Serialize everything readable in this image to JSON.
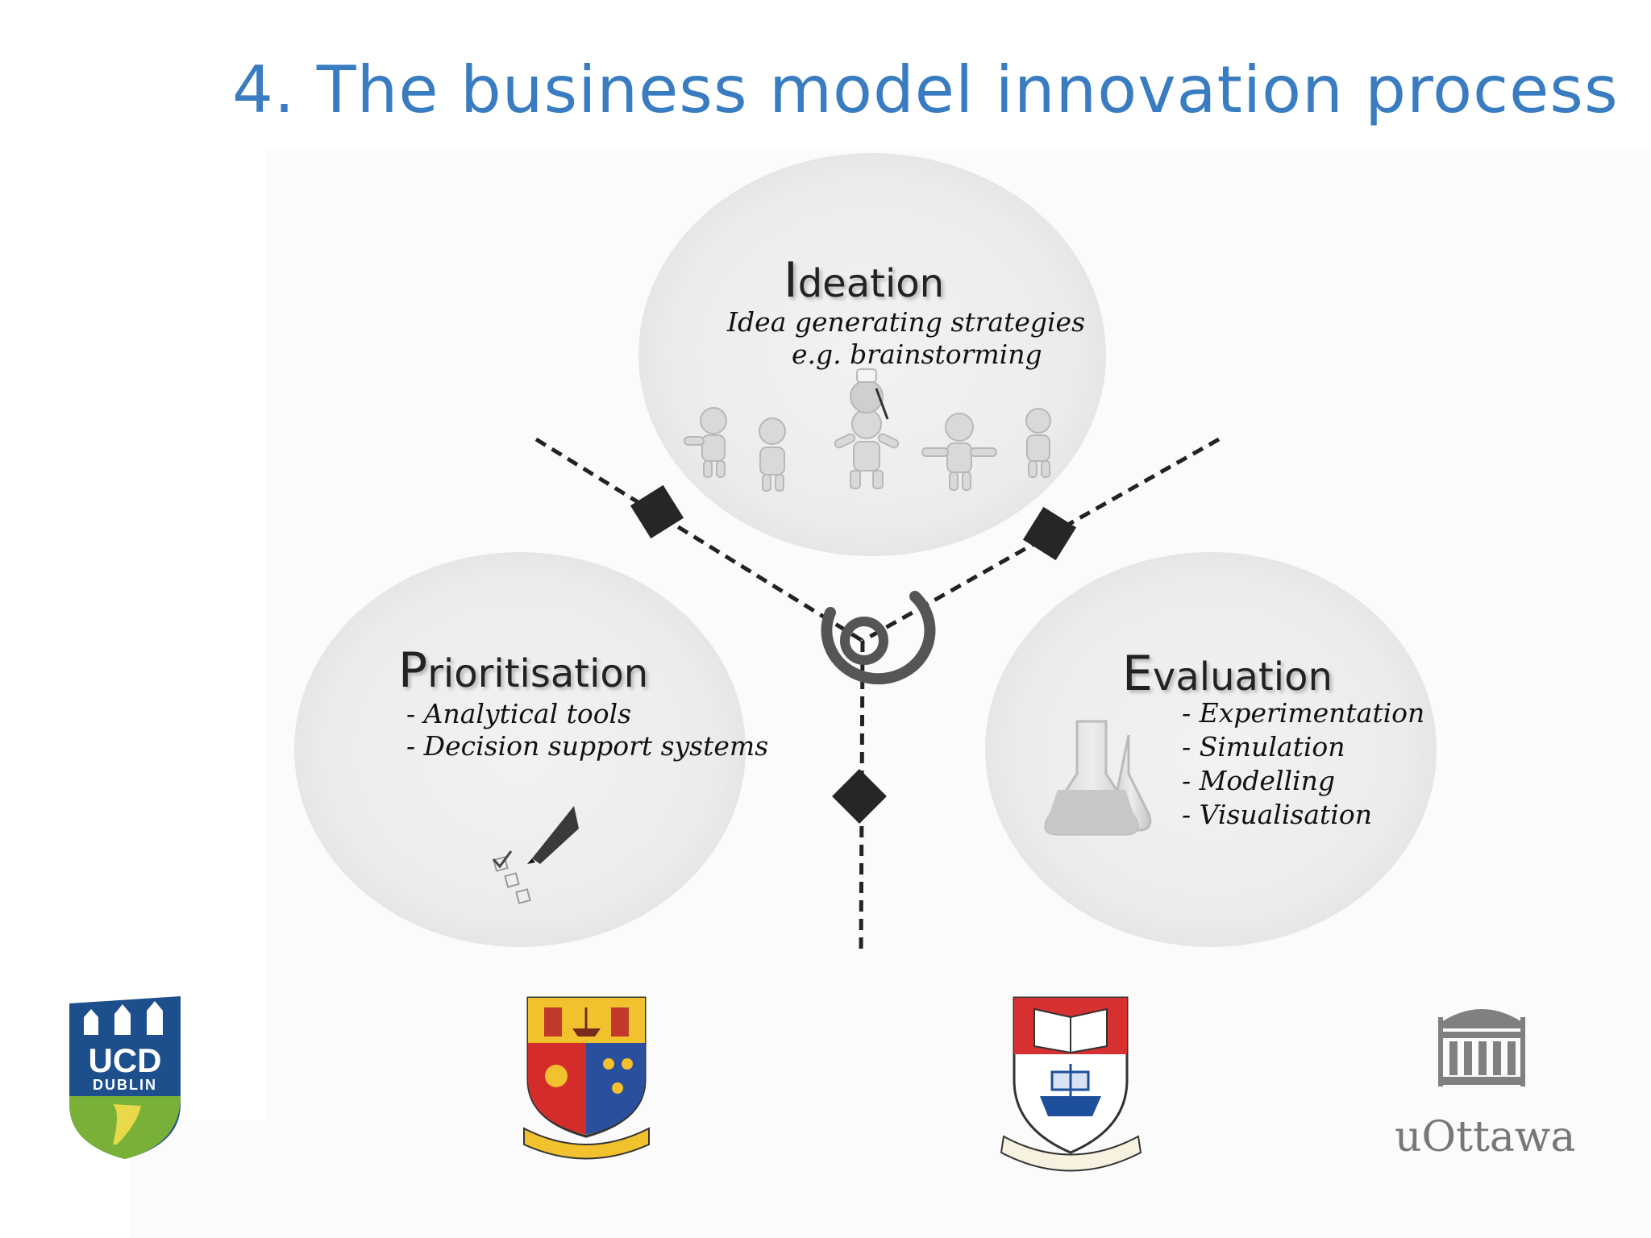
{
  "slide": {
    "title": "4. The business model innovation process"
  },
  "ideation": {
    "initial": "I",
    "rest": "deation",
    "lines": [
      "Idea generating strategies",
      "e.g. brainstorming"
    ]
  },
  "prioritisation": {
    "initial": "P",
    "rest": "rioritisation",
    "lines": [
      "- Analytical tools",
      "- Decision support systems"
    ]
  },
  "evaluation": {
    "initial": "E",
    "rest": "valuation",
    "lines": [
      "- Experimentation",
      "- Simulation",
      "- Modelling",
      "- Visualisation"
    ]
  },
  "logos": {
    "ucd": {
      "line1": "UCD",
      "line2": "DUBLIN"
    },
    "uottawa": {
      "name": "uOttawa"
    }
  },
  "colors": {
    "title": "#3a7cc2",
    "circle_fill": "#eeeeee",
    "dash": "#222222",
    "ucd_blue": "#1d4f8c",
    "ucd_green": "#79b038"
  }
}
